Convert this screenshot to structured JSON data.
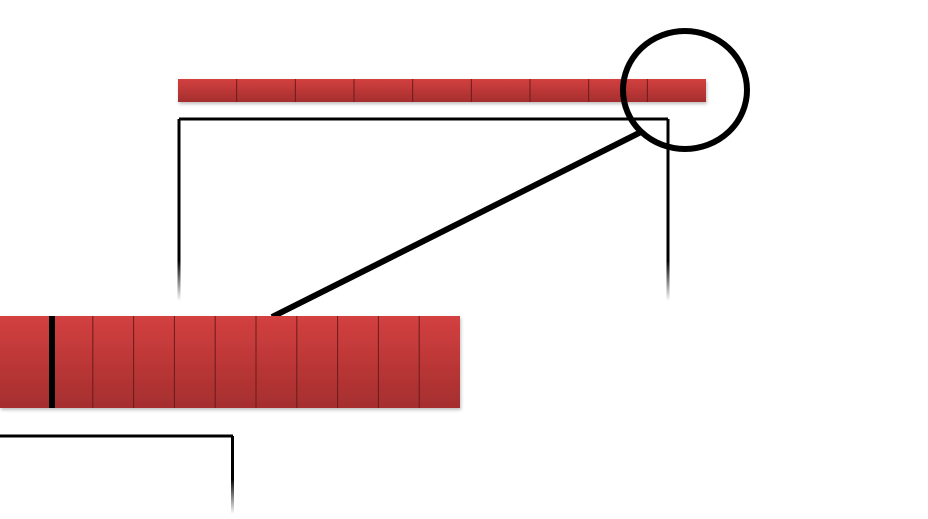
{
  "diagram": {
    "top_strip": {
      "cell_count": 9
    },
    "zoomed_strip": {
      "cell_count": 11,
      "highlighted_boundary_index": 1
    },
    "colors": {
      "strip_top": "#d34040",
      "strip_bottom": "#a52e2e",
      "cell_divider": "#6a1a1a",
      "bracket": "#000000",
      "magnifier": "#000000",
      "highlight": "#000000",
      "background": "#ffffff"
    }
  }
}
